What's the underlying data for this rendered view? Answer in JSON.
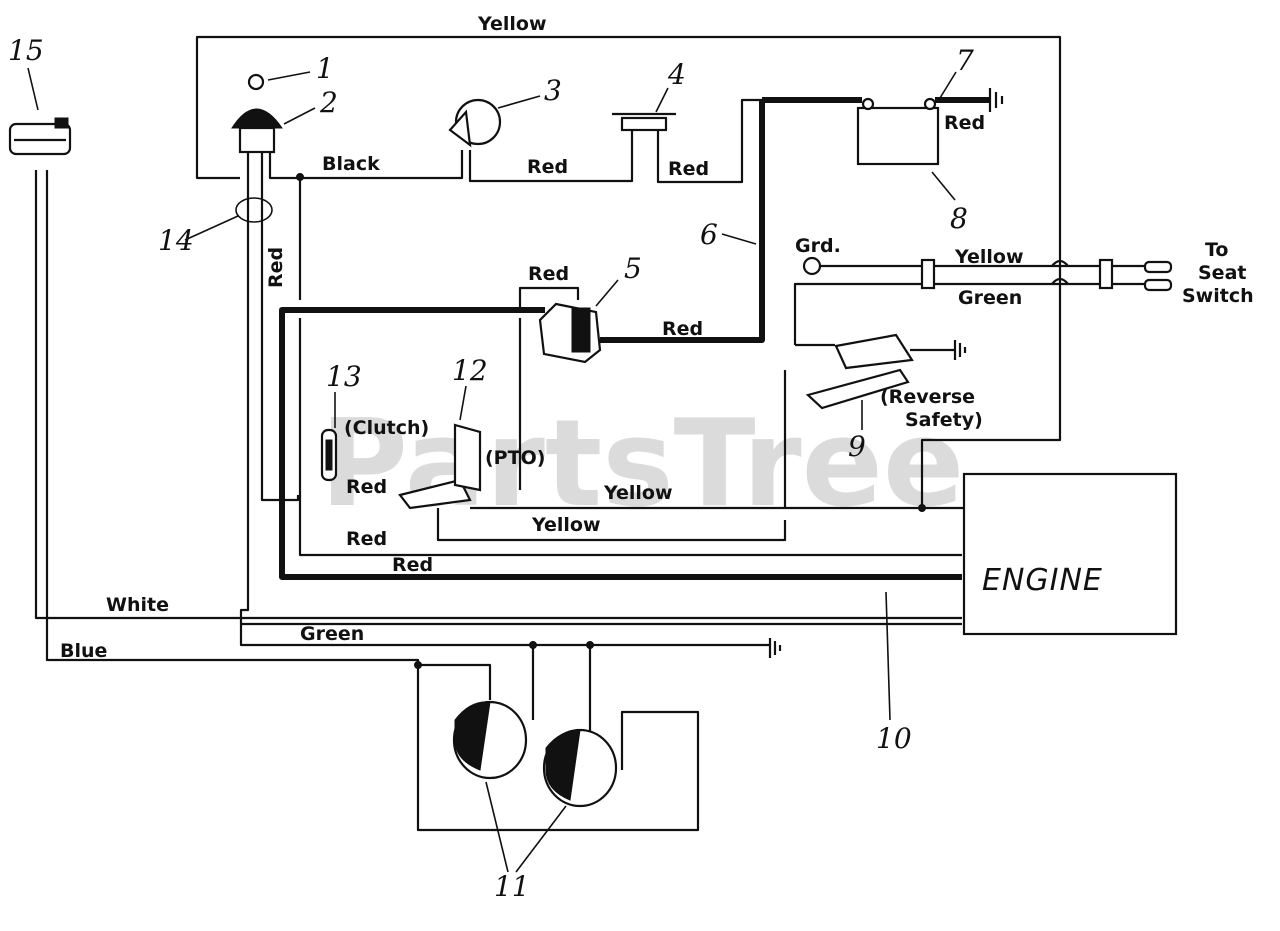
{
  "watermark": "PartsTree",
  "wire_labels": {
    "yellow_top": "Yellow",
    "black": "Black",
    "red_3_4": "Red",
    "red_4_8": "Red",
    "red_battery": "Red",
    "red_vertical": "Red",
    "red_solenoid_top": "Red",
    "red_6": "Red",
    "grd": "Grd.",
    "yellow_seat": "Yellow",
    "green_seat": "Green",
    "red_clutch": "Red",
    "yellow_pto_1": "Yellow",
    "yellow_pto_2": "Yellow",
    "red_lower_1": "Red",
    "red_lower_2": "Red",
    "white": "White",
    "green_bottom": "Green",
    "blue": "Blue"
  },
  "component_labels": {
    "clutch": "(Clutch)",
    "pto": "(PTO)",
    "reverse_safety_1": "(Reverse",
    "reverse_safety_2": "Safety)",
    "to_seat_1": "To",
    "to_seat_2": "Seat",
    "to_seat_3": "Switch",
    "engine": "ENGINE"
  },
  "callouts": {
    "n1": "1",
    "n2": "2",
    "n3": "3",
    "n4": "4",
    "n5": "5",
    "n6": "6",
    "n7": "7",
    "n8": "8",
    "n9": "9",
    "n10": "10",
    "n11": "11",
    "n12": "12",
    "n13": "13",
    "n14": "14",
    "n15": "15"
  }
}
